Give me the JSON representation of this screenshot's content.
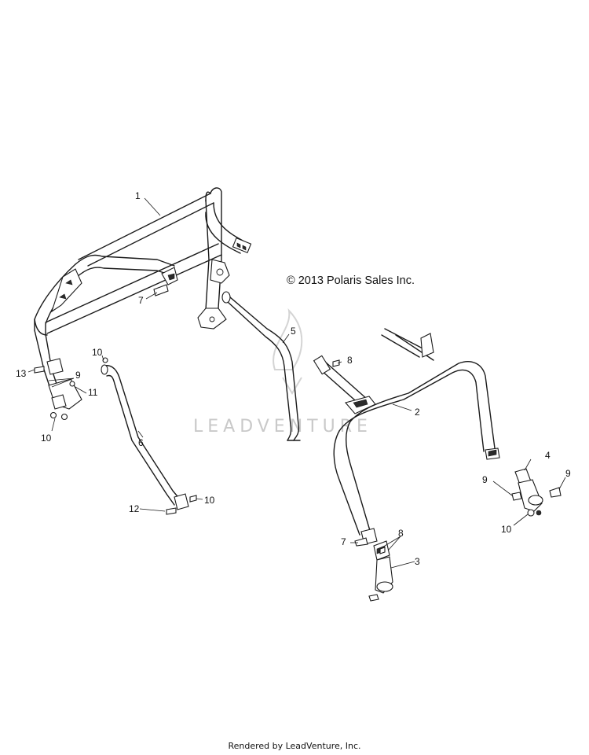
{
  "copyright": "© 2013 Polaris Sales Inc.",
  "watermark": "LEADVENTURE",
  "footer": "Rendered by LeadVenture, Inc.",
  "callouts": {
    "c1": "1",
    "c2": "2",
    "c3": "3",
    "c4": "4",
    "c5": "5",
    "c6": "6",
    "c7a": "7",
    "c7b": "7",
    "c8a": "8",
    "c8b": "8",
    "c9a": "9",
    "c9b": "9",
    "c9c": "9",
    "c10a": "10",
    "c10b": "10",
    "c10c": "10",
    "c10d": "10",
    "c11": "11",
    "c12": "12",
    "c13": "13"
  }
}
